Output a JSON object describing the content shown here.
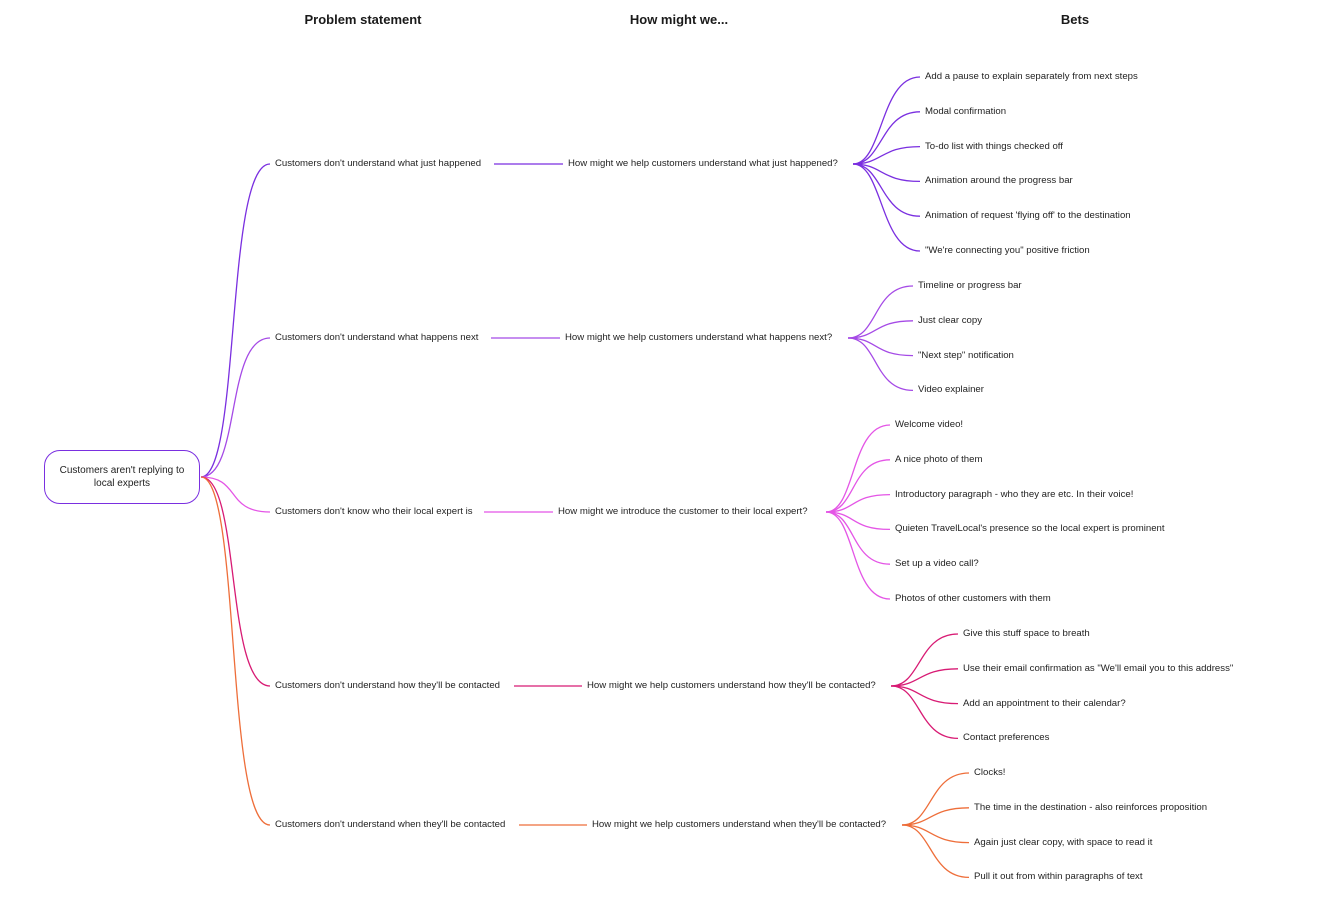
{
  "headers": {
    "problem": "Problem statement",
    "hmw": "How might we...",
    "bets": "Bets"
  },
  "root": {
    "label": "Customers aren't replying to local experts",
    "color": "#7a2fe0"
  },
  "branches": [
    {
      "problem": "Customers don't understand what just happened",
      "hmw": "How might we help customers understand what just happened?",
      "color": "#7a2fe0",
      "bets": [
        "Add a pause to explain separately from next steps",
        "Modal confirmation",
        "To-do list with things checked off",
        "Animation around the progress bar",
        "Animation of request 'flying off' to the destination",
        "\"We're connecting you\" positive friction"
      ]
    },
    {
      "problem": "Customers don't understand what happens next",
      "hmw": "How might we help customers understand what happens next?",
      "color": "#a54ae6",
      "bets": [
        "Timeline or progress bar",
        "Just clear copy",
        "\"Next step\" notification",
        "Video explainer"
      ]
    },
    {
      "problem": "Customers don't know who their local expert is",
      "hmw": "How might we introduce the customer to their local expert?",
      "color": "#e455e6",
      "bets": [
        "Welcome video!",
        "A nice photo of them",
        "Introductory paragraph - who they are etc. In their voice!",
        "Quieten TravelLocal's presence so the local expert is prominent",
        "Set up a video call?",
        "Photos of other customers with them"
      ]
    },
    {
      "problem": "Customers don't understand how they'll be contacted",
      "hmw": "How might we help customers understand how they'll be contacted?",
      "color": "#d81b74",
      "bets": [
        "Give this stuff space to breath",
        "Use their email confirmation as \"We'll email you to this address\"",
        "Add an appointment to their calendar?",
        "Contact preferences"
      ]
    },
    {
      "problem": "Customers don't understand when they'll be contacted",
      "hmw": "How might we help customers understand when they'll be contacted?",
      "color": "#ee6e3a",
      "bets": [
        "Clocks!",
        "The time in the destination - also reinforces proposition",
        "Again just clear copy, with space to read it",
        "Pull it out from within paragraphs of text"
      ]
    }
  ]
}
